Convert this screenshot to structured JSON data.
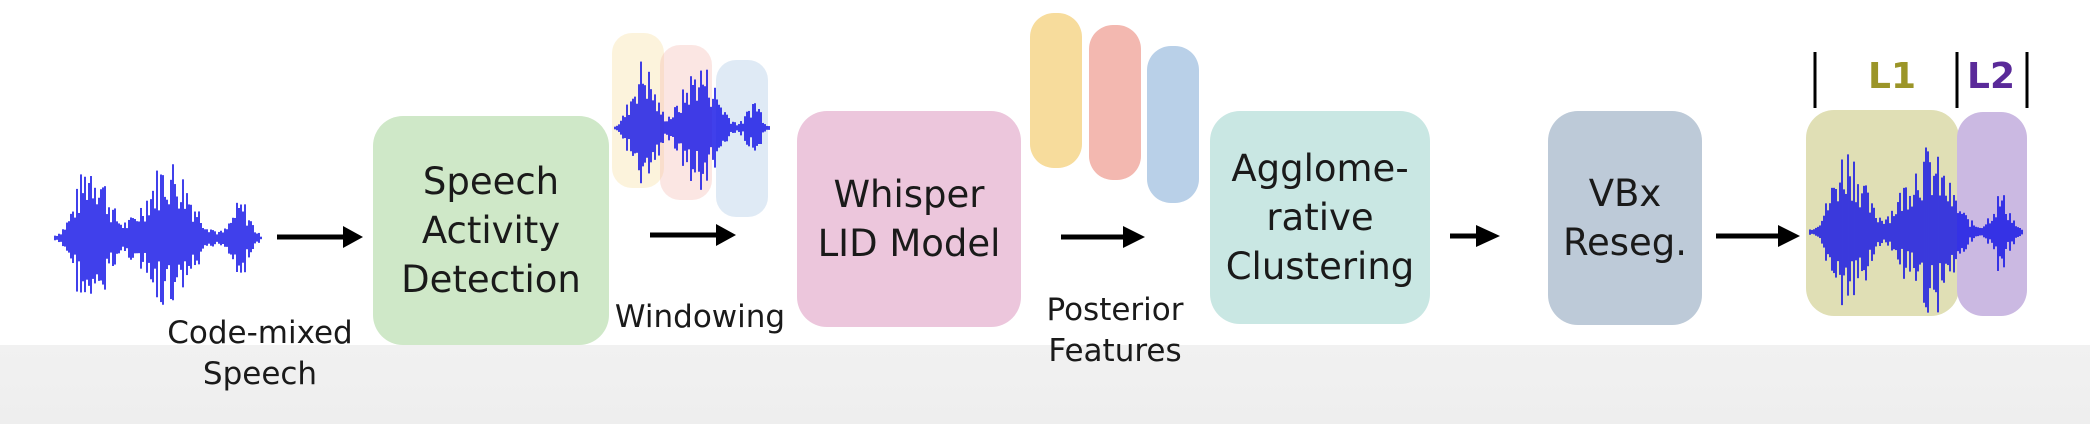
{
  "input_caption": "Code-mixed\nSpeech",
  "stages": {
    "sad": "Speech\nActivity\nDetection",
    "windowing_caption": "Windowing",
    "lid": "Whisper\nLID  Model",
    "posterior_caption": "Posterior\nFeatures",
    "clustering": "Agglome-\nrative\nClustering",
    "vbx": "VBx\nReseg."
  },
  "output": {
    "label_l1": "L1",
    "label_l2": "L2"
  },
  "colors": {
    "waveform": "#1010e6",
    "sad_box": "#cfe8c8",
    "lid_box": "#ecc6dc",
    "clustering_box": "#c9e7e3",
    "vbx_box": "#bdcad8",
    "feature_1": "#f7dc9c",
    "feature_2": "#f3b8b0",
    "feature_3": "#b9d0e8",
    "segment_l1": "#e0dfb5",
    "segment_l2": "#cbb9e2",
    "l1_text": "#9b9528",
    "l2_text": "#5a2a99",
    "arrow": "#000000"
  }
}
